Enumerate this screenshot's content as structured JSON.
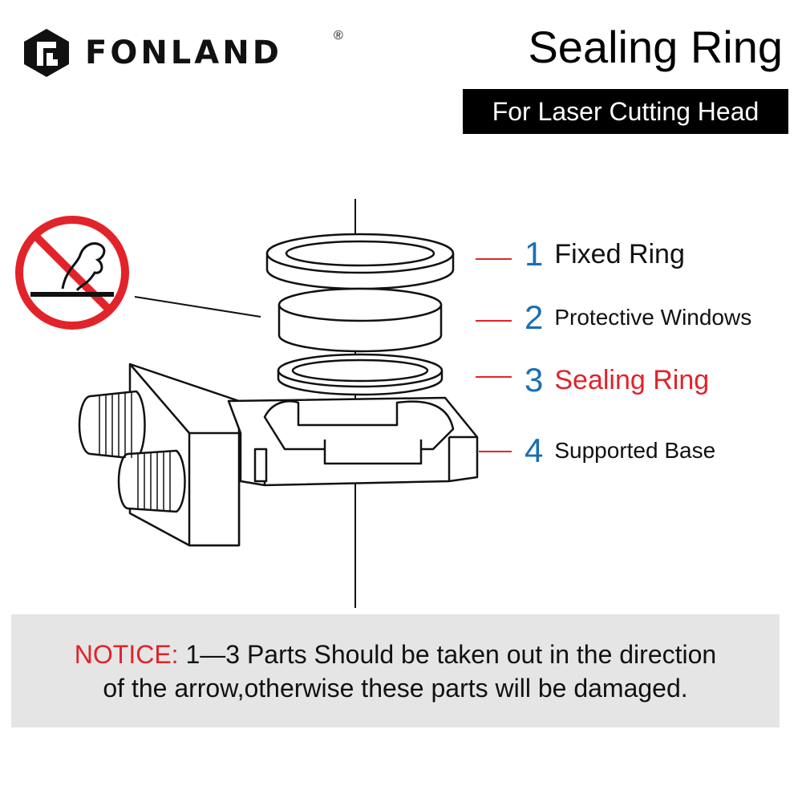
{
  "header": {
    "brand_name": "FONLAND",
    "registered_mark": "®",
    "title": "Sealing Ring",
    "subtitle": "For Laser Cutting Head"
  },
  "parts": [
    {
      "number": "1",
      "label": "Fixed Ring"
    },
    {
      "number": "2",
      "label": "Protective Windows"
    },
    {
      "number": "3",
      "label": "Sealing Ring"
    },
    {
      "number": "4",
      "label": "Supported Base"
    }
  ],
  "notice": {
    "prefix": "NOTICE:",
    "line1": " 1—3 Parts Should be taken out in the direction",
    "line2": "of the arrow,otherwise these parts will be damaged."
  },
  "colors": {
    "accent_blue": "#1a6fb3",
    "warning_red": "#e2232a",
    "notice_bg": "#e5e5e5"
  },
  "icons": {
    "brand_logo": "fonland-logo-icon",
    "prohibition": "no-touch-icon"
  }
}
